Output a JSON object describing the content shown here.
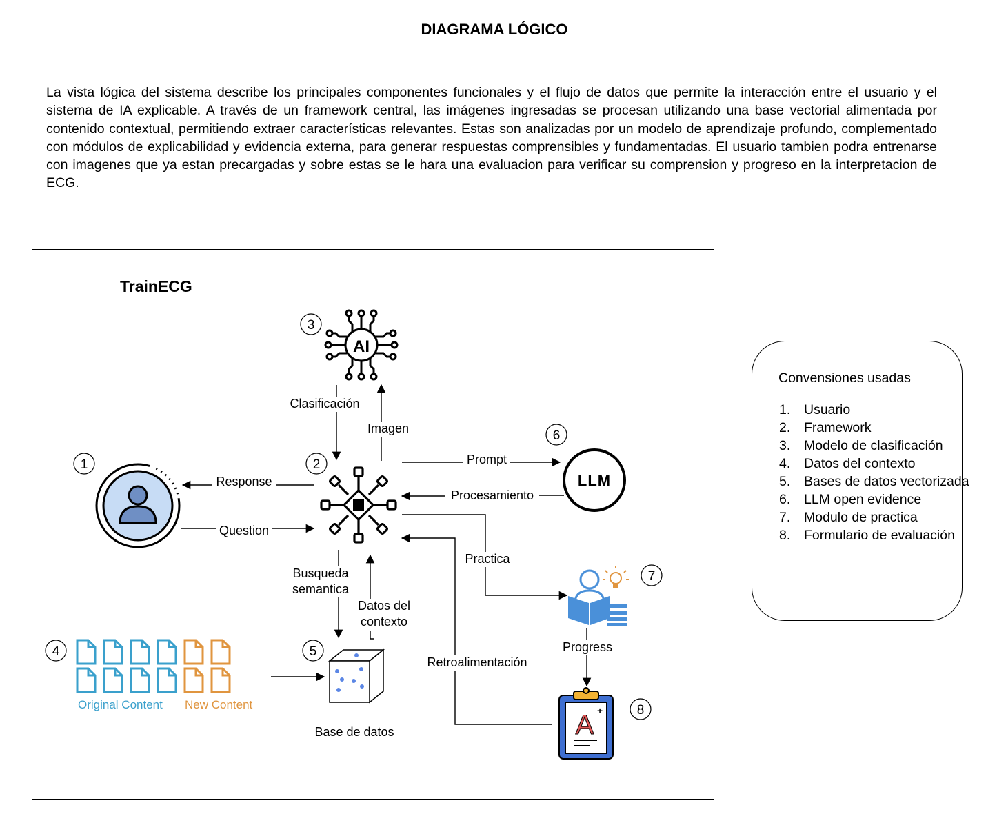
{
  "title": "DIAGRAMA LÓGICO",
  "description": "La vista lógica del sistema describe los principales componentes funcionales y el flujo de datos que permite la interacción entre el usuario y el sistema de IA explicable. A través de un framework central, las imágenes ingresadas se procesan utilizando una base vectorial alimentada por contenido contextual, permitiendo extraer características relevantes. Estas son analizadas por un modelo de aprendizaje profundo, complementado con módulos de explicabilidad y evidencia externa, para generar respuestas comprensibles y fundamentadas. El usuario tambien podra entrenarse con imagenes que ya estan precargadas y sobre estas se le hara una evaluacion para verificar su comprension y progreso en la interpretacion de ECG.",
  "diagram": {
    "system_name": "TrainECG",
    "nodes": {
      "user": {
        "number": "1",
        "icon": "user-icon"
      },
      "framework": {
        "number": "2",
        "icon": "framework-chip-icon"
      },
      "classifier": {
        "number": "3",
        "icon": "ai-chip-icon",
        "icon_text": "AI"
      },
      "context_data": {
        "number": "4",
        "icon": "documents-icon",
        "caption_original": "Original Content",
        "caption_new": "New Content"
      },
      "vector_db": {
        "number": "5",
        "icon": "database-cube-icon",
        "caption": "Base de datos"
      },
      "llm": {
        "number": "6",
        "icon": "llm-icon",
        "icon_text": "LLM"
      },
      "practice": {
        "number": "7",
        "icon": "reader-idea-icon"
      },
      "evaluation": {
        "number": "8",
        "icon": "grade-clipboard-icon",
        "icon_text": "A"
      }
    },
    "edges": {
      "response": "Response",
      "question": "Question",
      "classification": "Clasificación",
      "image": "Imagen",
      "prompt": "Prompt",
      "processing": "Procesamiento",
      "practice": "Practica",
      "semantic_search_line1": "Busqueda",
      "semantic_search_line2": "semantica",
      "context_data_line1": "Datos del",
      "context_data_line2": "contexto",
      "feedback": "Retroalimentación",
      "progress": "Progress"
    }
  },
  "legend": {
    "title": "Convensiones usadas",
    "items": [
      {
        "n": "1.",
        "label": "Usuario"
      },
      {
        "n": "2.",
        "label": "Framework"
      },
      {
        "n": "3.",
        "label": "Modelo de clasificación"
      },
      {
        "n": "4.",
        "label": "Datos del contexto"
      },
      {
        "n": "5.",
        "label": "Bases de datos vectorizada"
      },
      {
        "n": "6.",
        "label": "LLM open evidence"
      },
      {
        "n": "7.",
        "label": "Modulo de practica"
      },
      {
        "n": "8.",
        "label": "Formulario de evaluación"
      }
    ]
  },
  "colors": {
    "doc_original": "#3aa0cc",
    "doc_new": "#e0953f",
    "user_fill": "#c7dcf5",
    "user_figure": "#6f8fc4",
    "practice_blue": "#4a90d9",
    "clipboard_blue": "#3f6fd1",
    "clipboard_clip": "#f2b233",
    "grade_red": "#e25555",
    "cube_dots": "#5b86e5"
  }
}
